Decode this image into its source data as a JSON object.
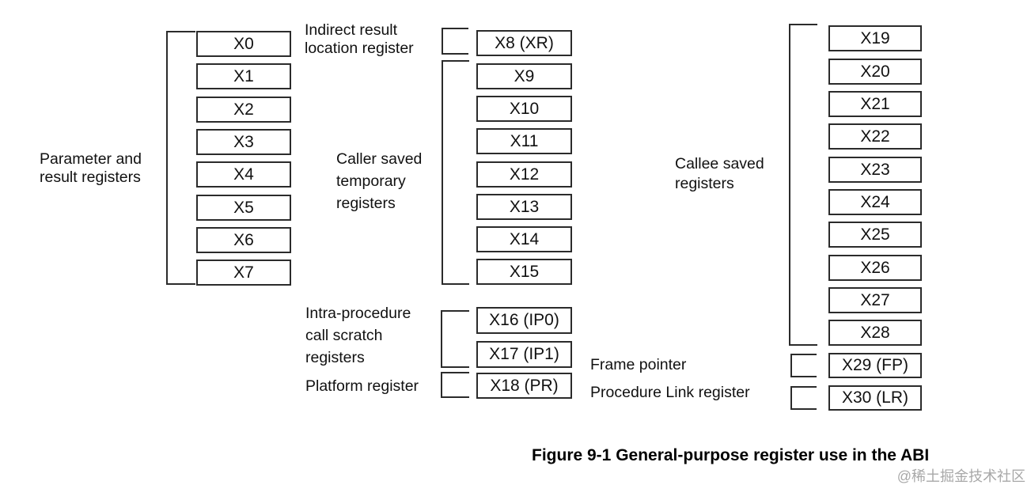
{
  "colors": {
    "line": "#2b2b2b",
    "text": "#111111",
    "watermark": "#a8a8a8",
    "background": "#ffffff"
  },
  "caption": "Figure 9-1 General-purpose register use in the ABI",
  "watermark": "@稀土掘金技术社区",
  "groups": {
    "parameter": {
      "label": "Parameter and\nresult registers",
      "registers": [
        "X0",
        "X1",
        "X2",
        "X3",
        "X4",
        "X5",
        "X6",
        "X7"
      ]
    },
    "indirect": {
      "label": "Indirect result\nlocation register",
      "registers": [
        "X8 (XR)"
      ]
    },
    "caller": {
      "label": "Caller saved\ntemporary\nregisters",
      "registers": [
        "X9",
        "X10",
        "X11",
        "X12",
        "X13",
        "X14",
        "X15"
      ]
    },
    "intra": {
      "label": "Intra-procedure\ncall scratch\nregisters",
      "registers": [
        "X16 (IP0)",
        "X17 (IP1)"
      ]
    },
    "platform": {
      "label": "Platform register",
      "registers": [
        "X18 (PR)"
      ]
    },
    "callee": {
      "label": "Callee saved\nregisters",
      "registers": [
        "X19",
        "X20",
        "X21",
        "X22",
        "X23",
        "X24",
        "X25",
        "X26",
        "X27",
        "X28"
      ]
    },
    "frame": {
      "label": "Frame pointer",
      "registers": [
        "X29 (FP)"
      ]
    },
    "proclink": {
      "label": "Procedure Link register",
      "registers": [
        "X30 (LR)"
      ]
    }
  }
}
